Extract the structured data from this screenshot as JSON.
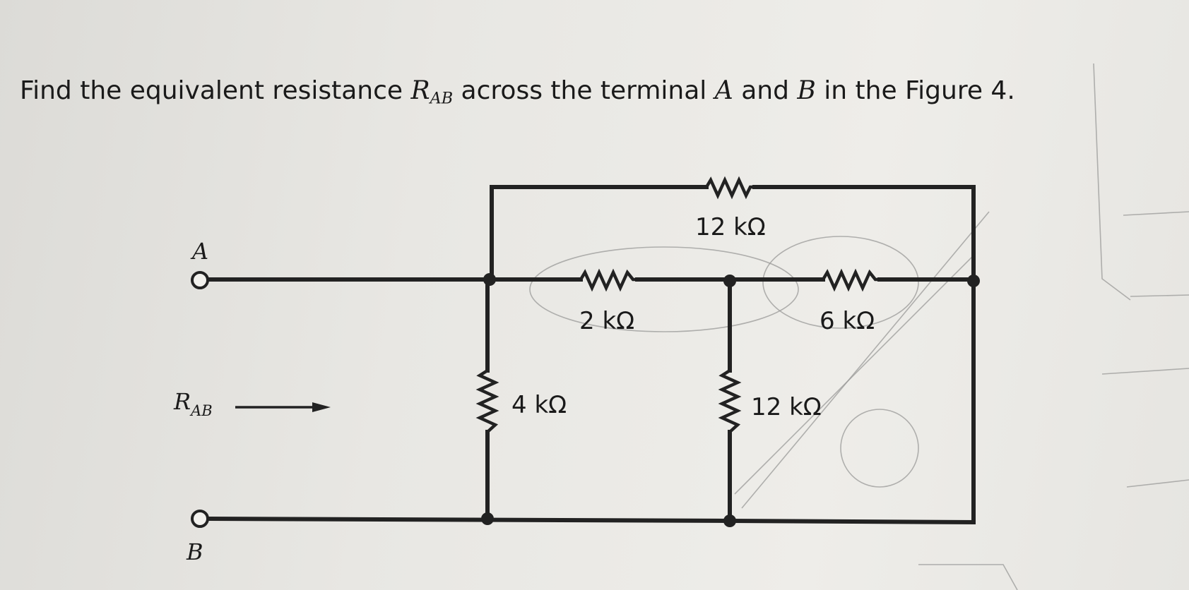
{
  "question": {
    "before": "Find the equivalent resistance ",
    "r_symbol": "R",
    "r_subscript": "AB",
    "middle": " across the terminal ",
    "terminal_a": "A",
    "and_text": " and ",
    "terminal_b": "B",
    "after": " in the Figure 4."
  },
  "circuit": {
    "terminal_a_label": "A",
    "terminal_b_label": "B",
    "rab_label_main": "R",
    "rab_label_sub": "AB",
    "resistors": {
      "top_12k": "12 kΩ",
      "r_2k": "2 kΩ",
      "r_6k": "6 kΩ",
      "r_4k": "4 kΩ",
      "vertical_12k": "12 kΩ"
    }
  },
  "colors": {
    "ink": "#222222",
    "paper": "#e8e7e3",
    "pencil": "#9a9a98"
  }
}
